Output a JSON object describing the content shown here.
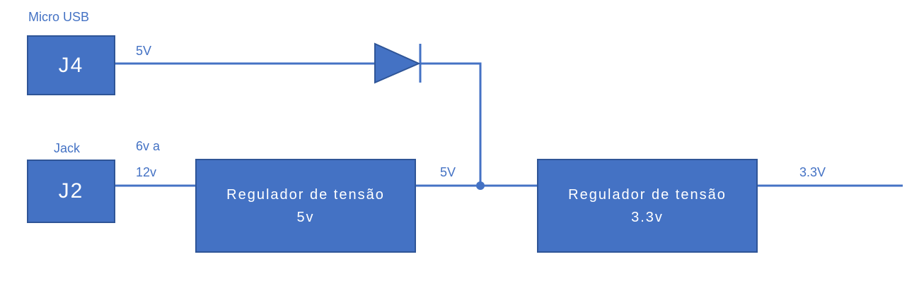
{
  "colors": {
    "accent": "#4472c4",
    "border": "#2f5597",
    "text_on_box": "#ffffff"
  },
  "connectors": {
    "j4": {
      "label": "J4",
      "caption": "Micro USB"
    },
    "j2": {
      "label": "J2",
      "caption": "Jack"
    }
  },
  "regulators": {
    "reg5": {
      "title": "Regulador de tensão",
      "value": "5v"
    },
    "reg33": {
      "title": "Regulador de tensão",
      "value": "3.3v"
    }
  },
  "lines": {
    "j4_out": "5V",
    "jack_in_line1": "6v a",
    "jack_in_line2": "12v",
    "reg5_out": "5V",
    "reg33_out": "3.3V"
  }
}
